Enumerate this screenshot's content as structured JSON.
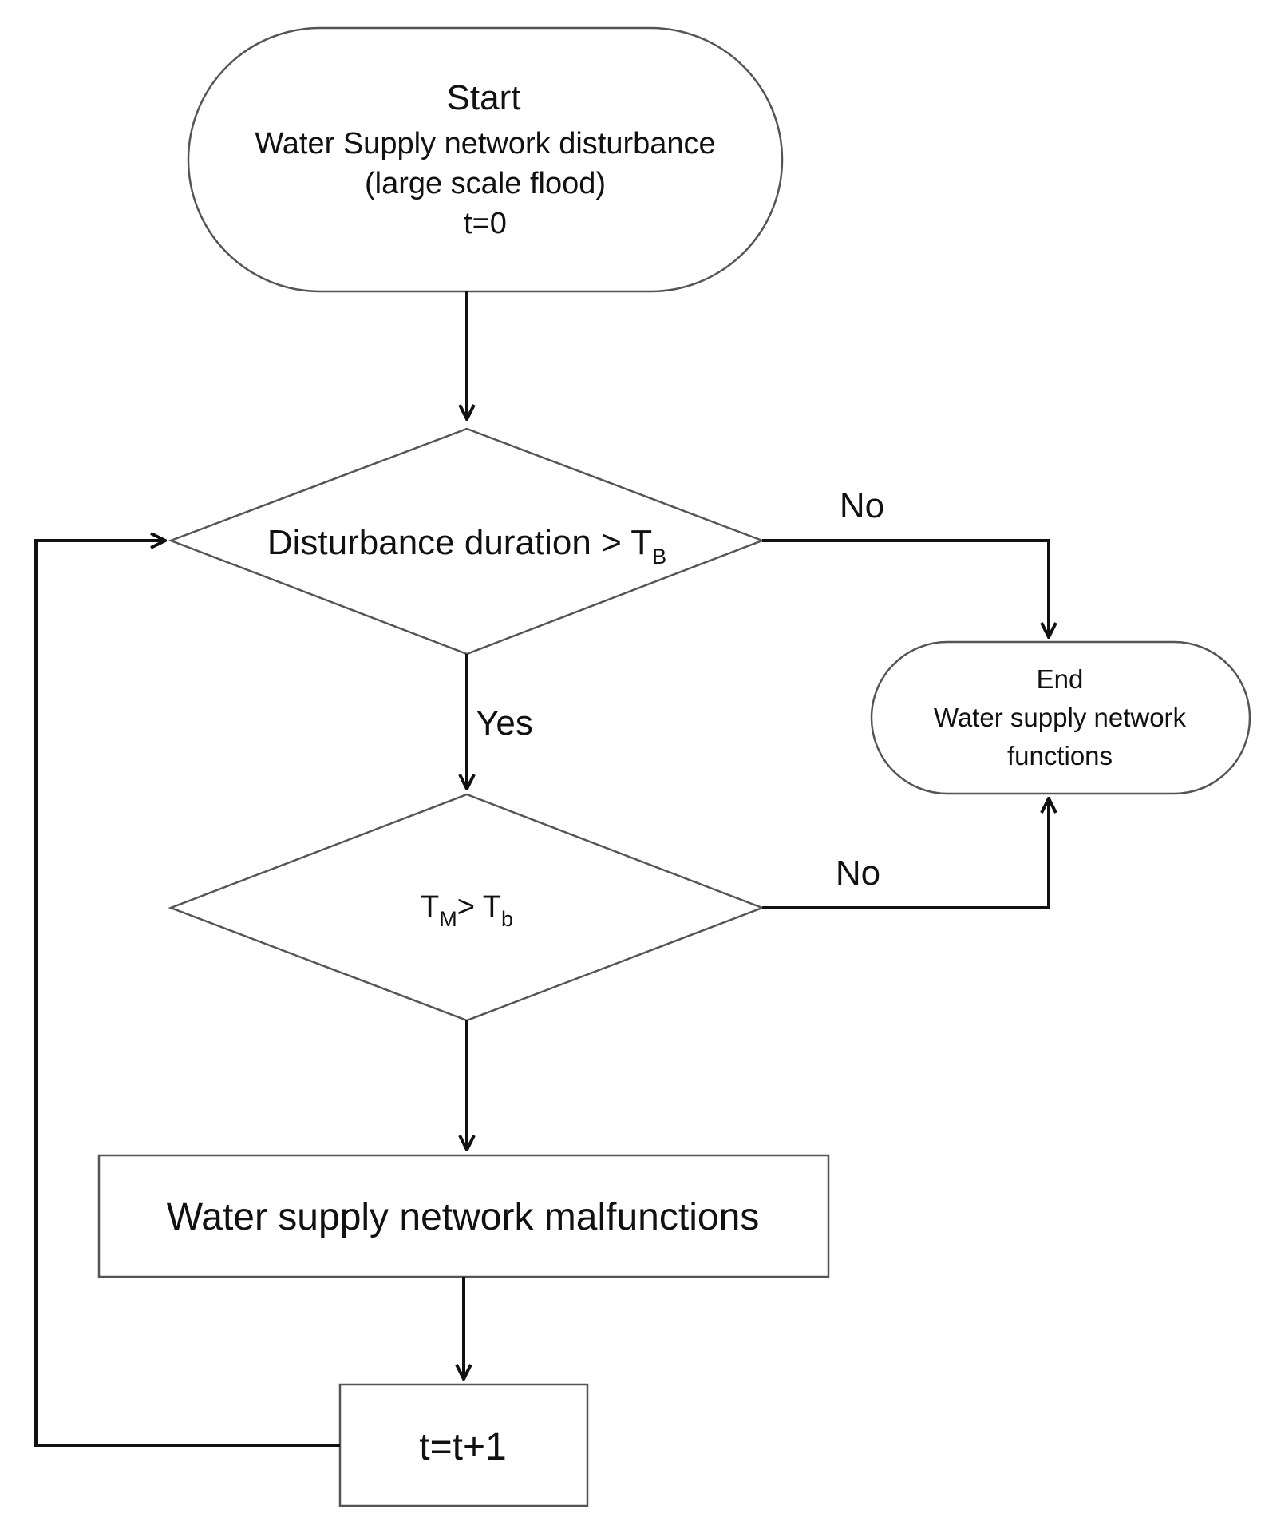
{
  "start": {
    "line1": "Start",
    "line2": "Water Supply network disturbance",
    "line3": "(large scale flood)",
    "line4": "t=0"
  },
  "decision1": {
    "text": "Disturbance duration > T",
    "subscript": "B"
  },
  "decision2": {
    "t1": "T",
    "sub1": "M",
    "op": "> T",
    "sub2": "b"
  },
  "end": {
    "line1": "End",
    "line2": "Water supply network",
    "line3": "functions"
  },
  "malfunction": {
    "text": "Water supply network malfunctions"
  },
  "increment": {
    "text": "t=t+1"
  },
  "labels": {
    "yes": "Yes",
    "no1": "No",
    "no2": "No"
  }
}
